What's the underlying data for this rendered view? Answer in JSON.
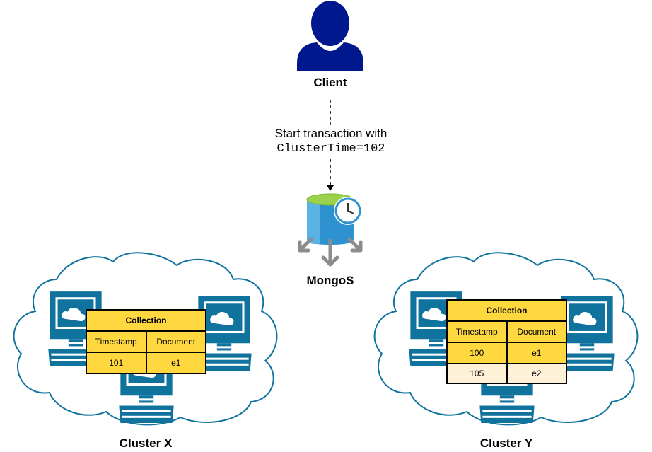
{
  "client": {
    "label": "Client"
  },
  "edge": {
    "line1": "Start transaction with",
    "line2": "ClusterTime=102"
  },
  "mongos": {
    "label": "MongoS"
  },
  "clusters": [
    {
      "label": "Cluster X",
      "collection": {
        "title": "Collection",
        "headers": [
          "Timestamp",
          "Document"
        ],
        "rows": [
          [
            "101",
            "e1"
          ]
        ]
      }
    },
    {
      "label": "Cluster Y",
      "collection": {
        "title": "Collection",
        "headers": [
          "Timestamp",
          "Document"
        ],
        "rows": [
          [
            "100",
            "e1"
          ],
          [
            "105",
            "e2"
          ]
        ]
      }
    }
  ],
  "colors": {
    "client_icon": "#00188d",
    "server": "#10739e",
    "db_body": "#2e92d0",
    "table_header": "#ffd83f",
    "table_light_row": "#fdf1d8"
  }
}
